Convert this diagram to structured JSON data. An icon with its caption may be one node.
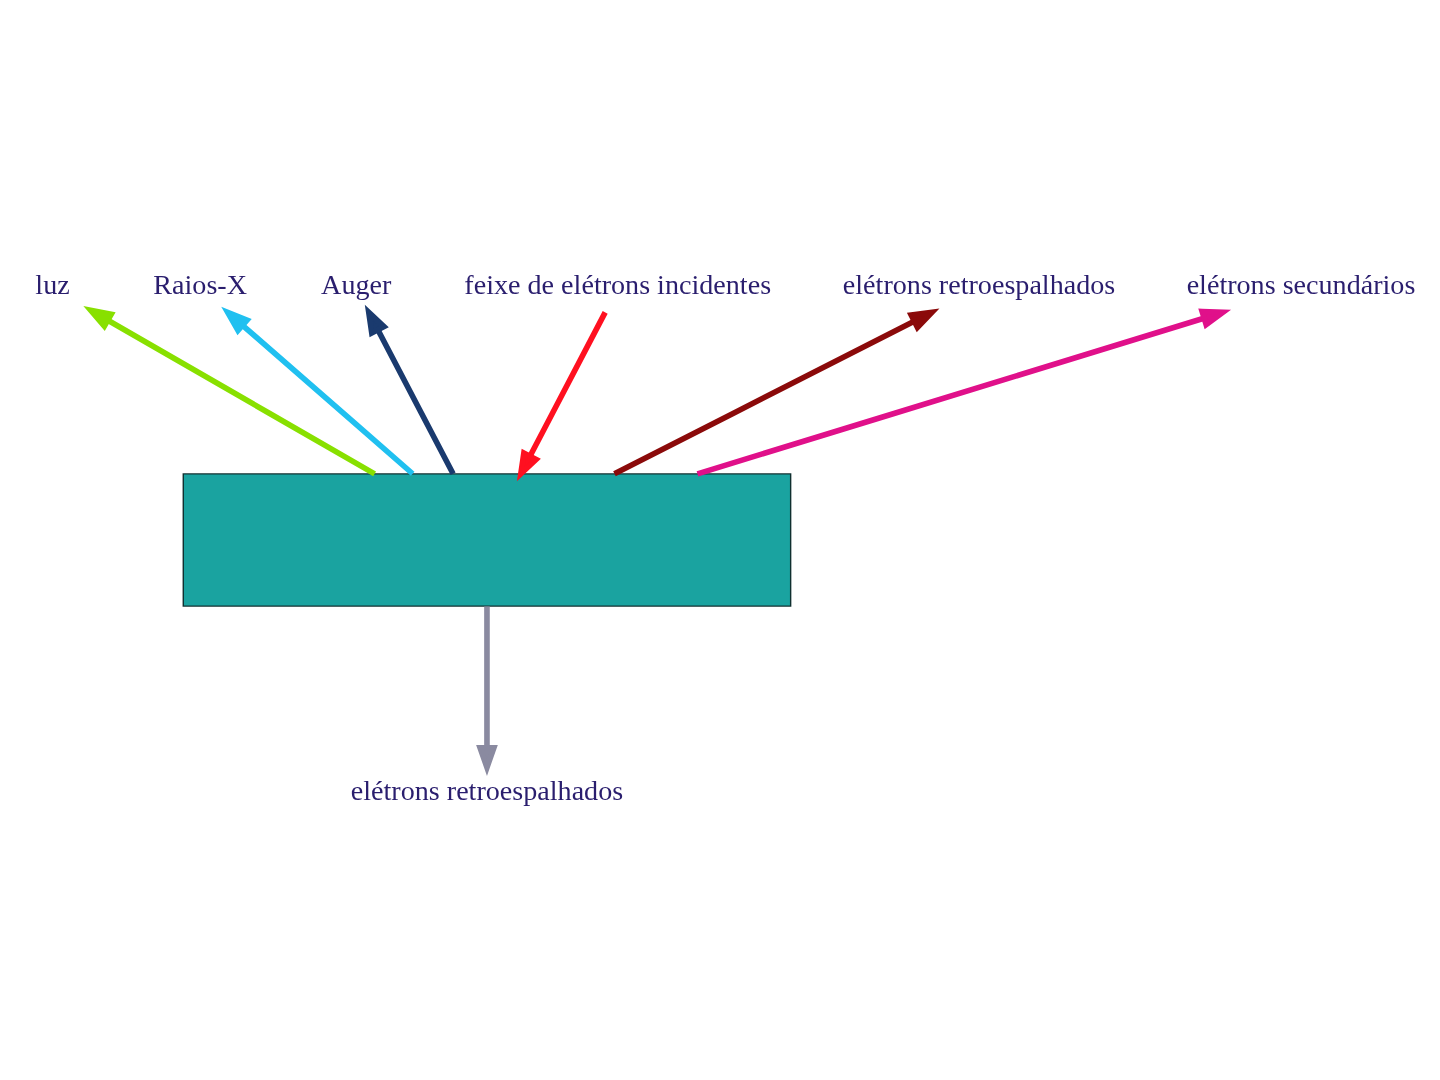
{
  "diagram": {
    "nodes": [
      {
        "text": [],
        "shape": "box"
      },
      {
        "text": [
          "feixe de elétrons incidentes"
        ]
      },
      {
        "text": [
          "luz"
        ]
      },
      {
        "text": [
          "Raios-X"
        ]
      },
      {
        "text": [
          "Auger"
        ]
      },
      {
        "text": [
          "elétrons retroespalhados"
        ]
      },
      {
        "text": [
          "elétrons secundários"
        ]
      },
      {
        "text": [
          "elétrons retroespalhados"
        ]
      }
    ],
    "edges": [
      {
        "from": 1,
        "to": 0,
        "arrow": "to",
        "color": "#ff1020"
      },
      {
        "from": 0,
        "to": 2,
        "arrow": "to",
        "color": "#88e000"
      },
      {
        "from": 0,
        "to": 3,
        "arrow": "to",
        "color": "#20c0f0"
      },
      {
        "from": 0,
        "to": 4,
        "arrow": "to",
        "color": "#1a3a6e"
      },
      {
        "from": 0,
        "to": 5,
        "arrow": "to",
        "color": "#8b0a0a"
      },
      {
        "from": 0,
        "to": 6,
        "arrow": "to",
        "color": "#e0108a"
      },
      {
        "from": 0,
        "to": 7,
        "arrow": "to",
        "color": "#8a8aa0"
      }
    ]
  }
}
